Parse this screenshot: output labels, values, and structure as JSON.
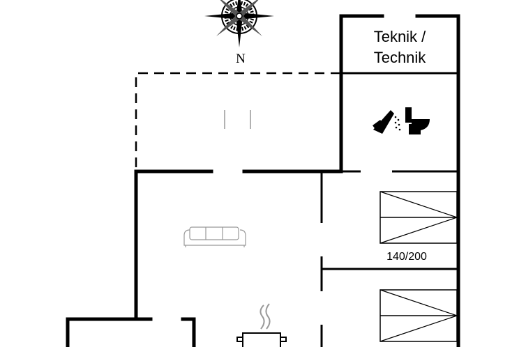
{
  "compass": {
    "north_label": "N",
    "icon": "compass-rose-icon"
  },
  "rooms": {
    "technical": {
      "label_line1": "Teknik /",
      "label_line2": "Technik"
    },
    "bathroom": {
      "icons": [
        "shower-icon",
        "toilet-icon"
      ]
    },
    "bedroom_1": {
      "bed_size": "140/200",
      "icon": "double-bed-icon"
    },
    "bedroom_2": {
      "icon": "double-bed-icon"
    },
    "living_room": {
      "icon": "sofa-icon"
    },
    "kitchen": {
      "icon": "cooking-pot-icon"
    },
    "terrace": {
      "icon": "door-marker-icon"
    }
  }
}
